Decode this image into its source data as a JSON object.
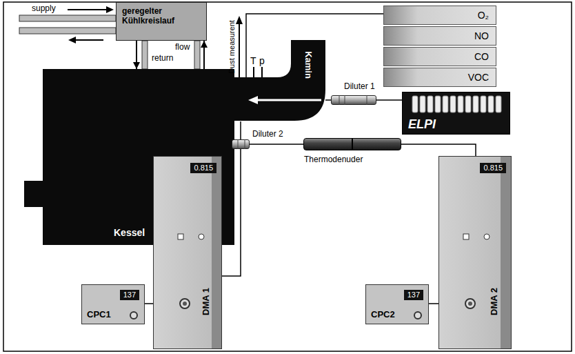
{
  "diagram": {
    "nodes": [
      {
        "text": [
          "geregelter Kühlkreislauf"
        ]
      },
      {
        "text": [
          "Kessel"
        ]
      },
      {
        "text": [
          "Kamin"
        ]
      },
      {
        "text": [
          "O₂"
        ]
      },
      {
        "text": [
          "NO"
        ]
      },
      {
        "text": [
          "CO"
        ]
      },
      {
        "text": [
          "VOC"
        ]
      },
      {
        "text": [
          "Diluter 1"
        ]
      },
      {
        "text": [
          "ELPI"
        ]
      },
      {
        "text": [
          "Diluter 2"
        ]
      },
      {
        "text": [
          "Thermodenuder"
        ]
      },
      {
        "text": [
          "0.815",
          "DMA 1"
        ]
      },
      {
        "text": [
          "137",
          "CPC1"
        ]
      },
      {
        "text": [
          "0.815",
          "DMA 2"
        ]
      },
      {
        "text": [
          "137",
          "CPC2"
        ]
      }
    ],
    "edges": [
      {
        "from": 0,
        "to": 1,
        "arrow": "to",
        "label": "return"
      },
      {
        "from": 1,
        "to": 0,
        "arrow": "to",
        "label": "flow"
      },
      {
        "from": 2,
        "to": 3,
        "arrow": "none"
      },
      {
        "from": 2,
        "to": 7,
        "arrow": "none"
      },
      {
        "from": 7,
        "to": 8,
        "arrow": "none"
      },
      {
        "from": 2,
        "to": 9,
        "arrow": "none"
      },
      {
        "from": 9,
        "to": 10,
        "arrow": "none"
      },
      {
        "from": 9,
        "to": 11,
        "arrow": "none"
      },
      {
        "from": 10,
        "to": 13,
        "arrow": "none"
      },
      {
        "from": 11,
        "to": 12,
        "arrow": "none"
      },
      {
        "from": 13,
        "to": 14,
        "arrow": "none"
      }
    ],
    "labels": [
      "supply",
      "Dust measurent",
      "T",
      "p"
    ]
  }
}
